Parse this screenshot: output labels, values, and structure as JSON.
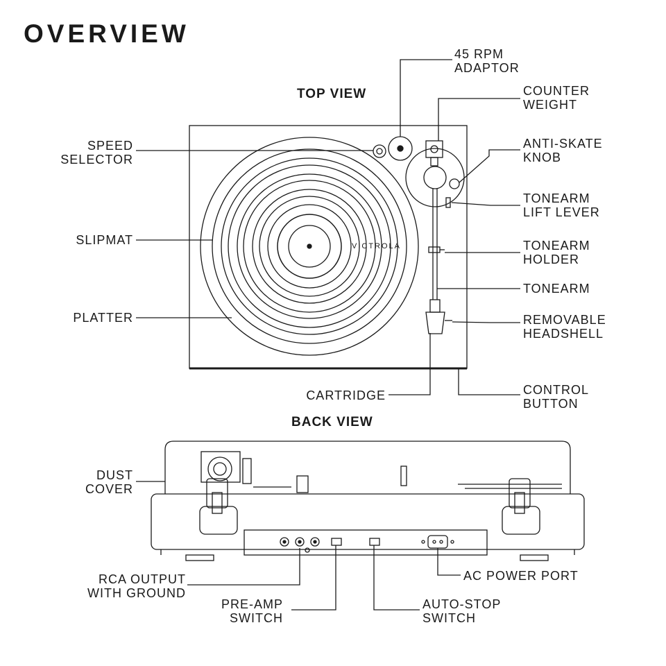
{
  "title": "OVERVIEW",
  "sections": {
    "top_view": "TOP VIEW",
    "back_view": "BACK VIEW"
  },
  "brand": "VICTROLA",
  "labels": {
    "adaptor": [
      "45 RPM",
      "ADAPTOR"
    ],
    "counter_weight": [
      "COUNTER",
      "WEIGHT"
    ],
    "speed_selector": [
      "SPEED",
      "SELECTOR"
    ],
    "anti_skate": [
      "ANTI-SKATE",
      "KNOB"
    ],
    "lift_lever": [
      "TONEARM",
      "LIFT LEVER"
    ],
    "slipmat": [
      "SLIPMAT"
    ],
    "holder": [
      "TONEARM",
      "HOLDER"
    ],
    "tonearm": [
      "TONEARM"
    ],
    "platter": [
      "PLATTER"
    ],
    "headshell": [
      "REMOVABLE",
      "HEADSHELL"
    ],
    "cartridge": [
      "CARTRIDGE"
    ],
    "control_button": [
      "CONTROL",
      "BUTTON"
    ],
    "dust_cover": [
      "DUST",
      "COVER"
    ],
    "rca": [
      "RCA OUTPUT",
      "WITH GROUND"
    ],
    "ac_power": [
      "AC POWER PORT"
    ],
    "preamp": [
      "PRE-AMP",
      "SWITCH"
    ],
    "autostop": [
      "AUTO-STOP",
      "SWITCH"
    ]
  }
}
